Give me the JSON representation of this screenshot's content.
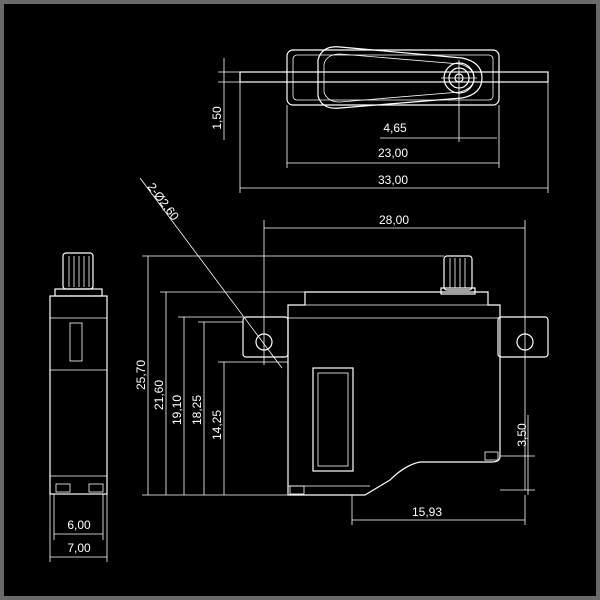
{
  "diagram": {
    "style": {
      "background": "#000000",
      "line_color": "#ffffff",
      "frame_color": "#6a6a6a"
    },
    "top_view": {
      "dims": {
        "height": "1,50",
        "hole_offset": "4,65",
        "body_length": "23,00",
        "overall_length": "33,00"
      }
    },
    "front_view": {
      "dims": {
        "hole_spacing": "28,00",
        "hole_callout": "2-Ø2,60",
        "total_height": "25,70",
        "height_2": "21,60",
        "height_3": "19,10",
        "height_4": "18,25",
        "height_5": "14,25",
        "tab_height": "3,50",
        "shaft_offset": "15,93"
      }
    },
    "side_view": {
      "dims": {
        "body_width": "6,00",
        "overall_width": "7,00"
      }
    }
  }
}
